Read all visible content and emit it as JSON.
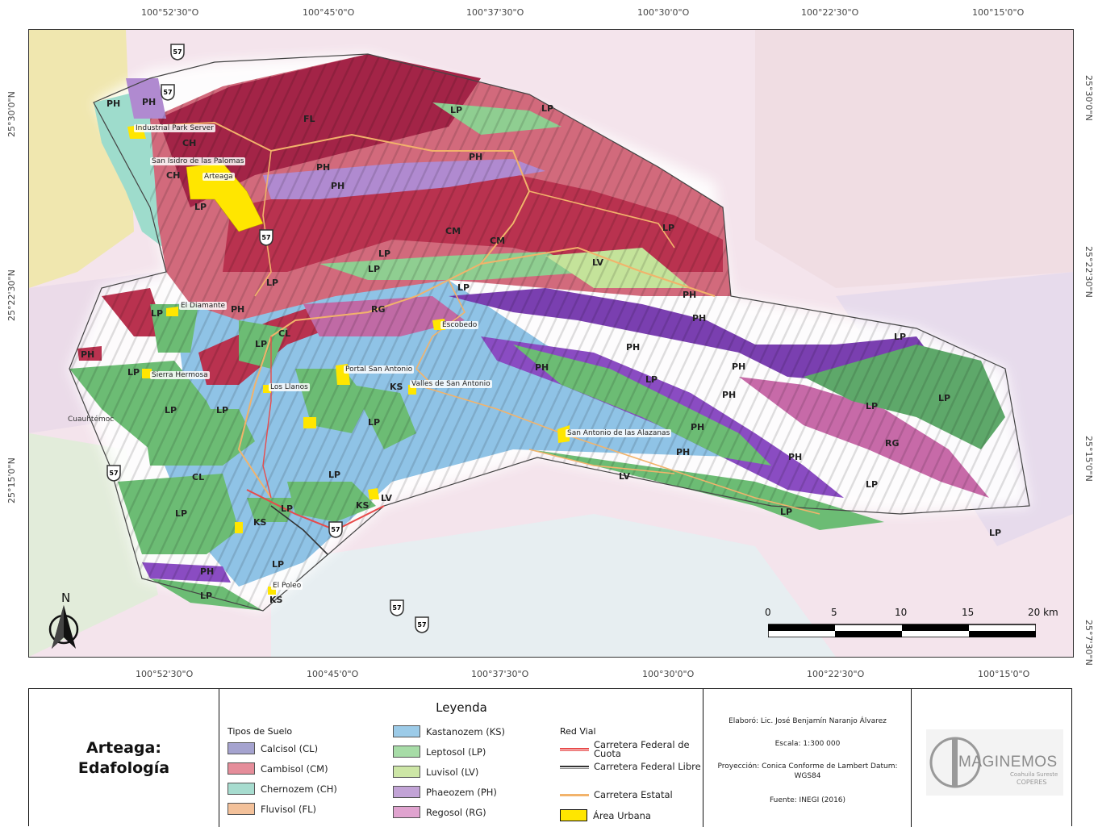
{
  "coords": {
    "top": [
      "100°52'30\"O",
      "100°45'0\"O",
      "100°37'30\"O",
      "100°30'0\"O",
      "100°22'30\"O",
      "100°15'0\"O"
    ],
    "bottom": [
      "100°52'30\"O",
      "100°45'0\"O",
      "100°37'30\"O",
      "100°30'0\"O",
      "100°22'30\"O",
      "100°15'0\"O"
    ],
    "left": [
      "25°30'0\"N",
      "25°22'30\"N",
      "25°15'0\"N"
    ],
    "right": [
      "25°30'0\"N",
      "25°22'30\"N",
      "25°15'0\"N",
      "25°7'30\"N"
    ]
  },
  "places": {
    "industrial": "Industrial Park Server",
    "sanisidro": "San Isidro de las Palomas",
    "arteaga": "Arteaga",
    "diamante": "El Diamante",
    "sierra": "Sierra Hermosa",
    "llanos": "Los Llanos",
    "portal": "Portal San Antonio",
    "valles": "Valles de San Antonio",
    "escobedo": "Escobedo",
    "alazanas": "San Antonio de las Alazanas",
    "poleo": "El Poleo",
    "cuauhtemoc": "Cuauhtémoc"
  },
  "soil_labels": {
    "ph1": "PH",
    "ph2": "PH",
    "ch1": "CH",
    "ch2": "CH",
    "lp1": "LP",
    "fl1": "FL",
    "lp2": "LP",
    "lp3": "LP",
    "ph3": "PH",
    "ph4": "PH",
    "ph5": "PH",
    "cm1": "CM",
    "cm2": "CM",
    "lp4": "LP",
    "lv1": "LV",
    "lp5": "LP",
    "lp6": "LP",
    "lp7": "LP",
    "ph6": "PH",
    "ph7": "PH",
    "lp8": "LP",
    "ph8": "PH",
    "rg1": "RG",
    "cl1": "CL",
    "lp9": "LP",
    "lp10": "LP",
    "lp11": "LP",
    "lp12": "LP",
    "ks1": "KS",
    "lp13": "LP",
    "ph9": "PH",
    "ph10": "PH",
    "lp14": "LP",
    "ph11": "PH",
    "ph12": "PH",
    "lp15": "LP",
    "lp16": "LP",
    "rg2": "RG",
    "ph13": "PH",
    "ph14": "PH",
    "lv2": "LV",
    "cl2": "CL",
    "lp17": "LP",
    "lp18": "LP",
    "lp19": "LP",
    "ks2": "KS",
    "ks3": "KS",
    "lv3": "LV",
    "ph15": "PH",
    "lp20": "LP",
    "ks4": "KS",
    "lp21": "LP",
    "ph16": "PH",
    "lp22": "LP"
  },
  "roads": {
    "shield": "57"
  },
  "scale": {
    "labels": [
      "0",
      "5",
      "10",
      "15",
      "20 km"
    ]
  },
  "north": {
    "label": "N"
  },
  "title": {
    "line1": "Arteaga:",
    "line2": "Edafología"
  },
  "legend": {
    "title": "Leyenda",
    "soil_heading": "Tipos de Suelo",
    "soils": [
      {
        "label": "Calcisol (CL)",
        "color": "#a5a3cf"
      },
      {
        "label": "Cambisol (CM)",
        "color": "#e58d9a"
      },
      {
        "label": "Chernozem (CH)",
        "color": "#a7dccf"
      },
      {
        "label": "Fluvisol (FL)",
        "color": "#f3c19a"
      },
      {
        "label": "Kastanozem (KS)",
        "color": "#9ccbe8"
      },
      {
        "label": "Leptosol (LP)",
        "color": "#a7dca7"
      },
      {
        "label": "Luvisol (LV)",
        "color": "#cde6a6"
      },
      {
        "label": "Phaeozem (PH)",
        "color": "#c2a3d6"
      },
      {
        "label": "Regosol (RG)",
        "color": "#e0a3cf"
      }
    ],
    "road_heading": "Red Vial",
    "roads": [
      {
        "label": "Carretera Federal de Cuota",
        "color": "#e84a4a"
      },
      {
        "label": "Carretera Federal Libre",
        "color": "#333333"
      },
      {
        "label": "Carretera Estatal",
        "color": "#f2b36b"
      },
      {
        "label": "Área Urbana",
        "color": "#ffe600"
      }
    ]
  },
  "credits": {
    "author": "Elaboró: Lic. José Benjamín Naranjo Álvarez",
    "scale": "Escala: 1:300 000",
    "projection": "Proyección: Conica Conforme de Lambert Datum: WGS84",
    "source": "Fuente: INEGI (2016)"
  },
  "logo": {
    "name": "MAGINEMOS",
    "sub1": "Coahuila Sureste",
    "sub2": "COPERES"
  }
}
